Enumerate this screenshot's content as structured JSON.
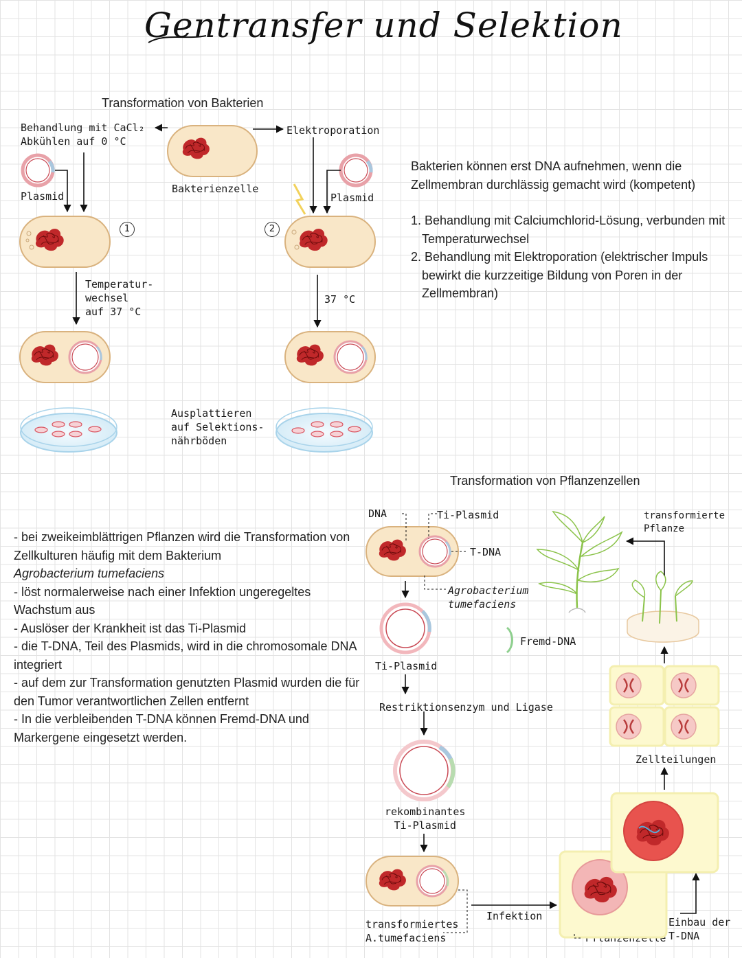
{
  "title": "Gentransfer und Selektion",
  "bacteria": {
    "heading": "Transformation von Bakterien",
    "method1": "Behandlung mit CaCl₂\nAbkühlen auf 0 °C",
    "method2": "Elektroporation",
    "cell_label": "Bakterienzelle",
    "plasmid_left": "Plasmid",
    "plasmid_right": "Plasmid",
    "step1": "1",
    "step2": "2",
    "temp_left": "Temperatur-\nwechsel\nauf 37 °C",
    "temp_right": "37 °C",
    "plating": "Ausplattieren\nauf Selektions-\nnährböden"
  },
  "bacteria_info": {
    "intro": "Bakterien können erst DNA aufnehmen, wenn die Zellmembran durchlässig gemacht wird (kompetent)",
    "point1": "1. Behandlung mit Calciumchlorid-Lösung, verbunden mit Temperaturwechsel",
    "point2": "2. Behandlung mit Elektroporation (elektrischer Impuls bewirkt die kurzzeitige Bildung von Poren in der Zellmembran)"
  },
  "plants": {
    "heading": "Transformation von Pflanzenzellen",
    "dna": "DNA",
    "ti_plasmid_top": "Ti-Plasmid",
    "t_dna": "T-DNA",
    "agrobacterium": "Agrobacterium\ntumefaciens",
    "ti_plasmid": "Ti-Plasmid",
    "fremd_dna": "Fremd-DNA",
    "enzyme": "Restriktionsenzym und Ligase",
    "recombinant": "rekombinantes\nTi-Plasmid",
    "transformed_bact": "transformiertes\nA.tumefaciens",
    "infection": "Infektion",
    "plant_cell": "Pflanzenzelle",
    "insertion": "Einbau der\nT-DNA",
    "divisions": "Zellteilungen",
    "transformed_plant": "transformierte\nPflanze"
  },
  "plant_info": {
    "line1": "- bei zweikeimblättrigen Pflanzen wird die Transformation von Zellkulturen häufig mit dem Bakterium",
    "line1_species": "Agrobacterium tumefaciens",
    "line2": "- löst normalerweise nach einer Infektion ungeregeltes Wachstum aus",
    "line3": "- Auslöser der Krankheit ist das Ti-Plasmid",
    "line4": "- die T-DNA, Teil des Plasmids, wird in die chromosomale DNA integriert",
    "line5": "- auf dem zur Transformation genutzten Plasmid wurden die für den Tumor verantwortlichen Zellen entfernt",
    "line6": "- In die verbleibenden T-DNA können Fremd-DNA und Markergene eingesetzt werden."
  }
}
